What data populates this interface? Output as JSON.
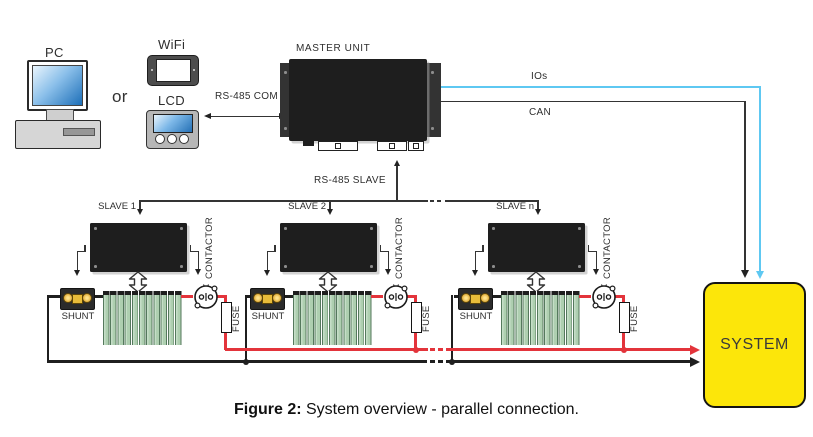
{
  "peripherals": {
    "pc": "PC",
    "or": "or",
    "wifi": "WiFi",
    "lcd": "LCD"
  },
  "master": {
    "label": "MASTER UNIT"
  },
  "links": {
    "rs485_com": "RS-485 COM",
    "rs485_slave": "RS-485 SLAVE",
    "ios": "IOs",
    "can": "CAN"
  },
  "slaves": [
    {
      "label": "SLAVE 1",
      "shunt": "SHUNT",
      "contactor": "CONTACTOR",
      "fuse": "FUSE"
    },
    {
      "label": "SLAVE 2",
      "shunt": "SHUNT",
      "contactor": "CONTACTOR",
      "fuse": "FUSE"
    },
    {
      "label": "SLAVE n",
      "shunt": "SHUNT",
      "contactor": "CONTACTOR",
      "fuse": "FUSE"
    }
  ],
  "system": {
    "label": "SYSTEM"
  },
  "caption": {
    "bold": "Figure 2:",
    "text": " System overview - parallel connection."
  },
  "colors": {
    "wire_positive": "#e3343b",
    "wire_negative": "#1f1f1f",
    "ios_line": "#5ec8f2",
    "system_fill": "#fce60a",
    "battery_green": "#aecfb0",
    "unit_black": "#1e1e1e"
  }
}
